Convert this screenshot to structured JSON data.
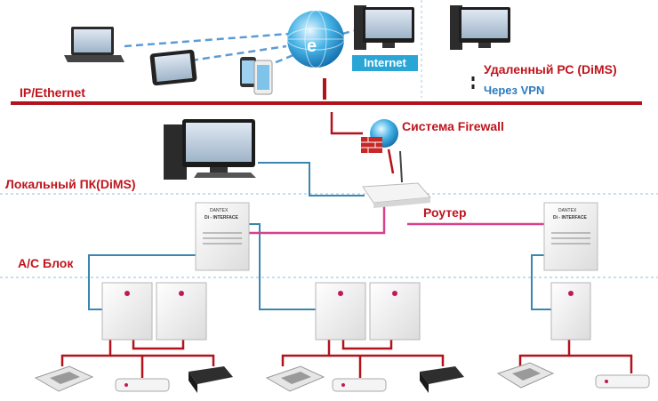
{
  "labels": {
    "internet": "Internet",
    "ip_ethernet": "IP/Ethernet",
    "remote_pc": "Удаленный РС (DiMS)",
    "vpn": "Через VPN",
    "firewall": "Система Firewall",
    "local_pc": "Локальный ПК(DiMS)",
    "router": "Роутер",
    "ac_unit": "А/С Блок"
  },
  "devices": {
    "interface_brand": "DANTEX",
    "interface_title": "Di - INTERFACE"
  },
  "colors": {
    "bus_red": "#b3121b",
    "lan_blue": "#3a86b0",
    "link_pink": "#d6428f",
    "dashed_blue": "#5b9bd5",
    "label_red": "#c0141c",
    "label_blue": "#2b7bbf"
  }
}
